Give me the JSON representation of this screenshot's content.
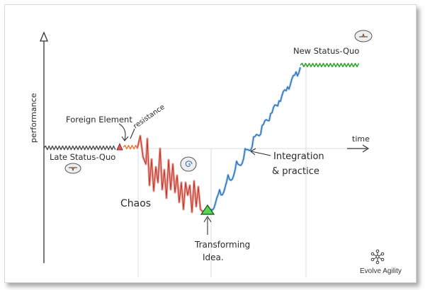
{
  "labels": {
    "y_axis": "performance",
    "x_axis": "time",
    "late_status_quo": "Late Status-Quo",
    "foreign_element": "Foreign Element",
    "resistance": "resistance",
    "chaos": "Chaos",
    "transforming_idea_line1": "Transforming",
    "transforming_idea_line2": "Idea.",
    "integration_line1": "Integration",
    "integration_line2": "& practice",
    "new_status_quo": "New Status-Quo"
  },
  "brand": {
    "name": "Evolve Agility",
    "icon": "network-star-icon"
  },
  "colors": {
    "late_status_quo": "#444444",
    "resistance": "#e8762c",
    "chaos": "#c0392b",
    "integration": "#2d6db5",
    "new_status_quo": "#2aa52a",
    "transforming_idea": "#55d655",
    "foreign_element": "#e05555"
  },
  "icons": {
    "late_status_quo": "balance-icon",
    "chaos": "spiral-icon",
    "new_status_quo": "balance-icon",
    "transforming_idea": "triangle-icon",
    "foreign_element": "triangle-icon"
  }
}
